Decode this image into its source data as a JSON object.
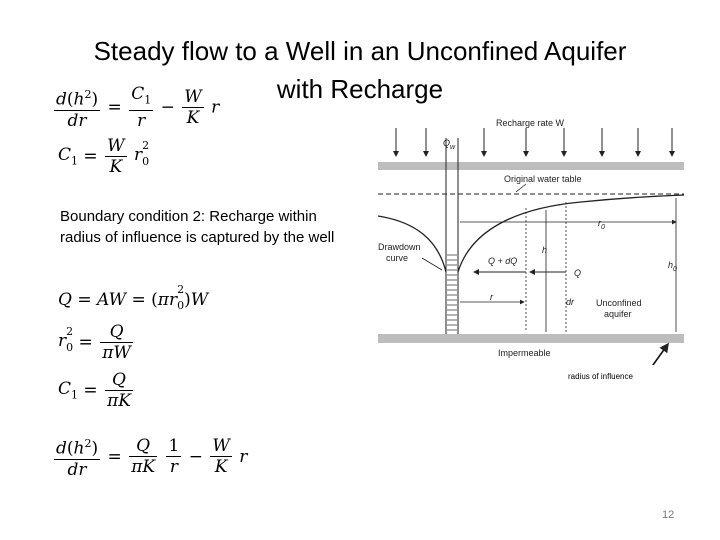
{
  "slide": {
    "title_line1": "Steady flow to a Well in an Unconfined Aquifer",
    "title_line2": "with Recharge",
    "boundary_text": "Boundary condition 2: Recharge within radius of influence is captured by the well",
    "page_number": "12"
  },
  "diagram": {
    "recharge_label": "Recharge rate W",
    "qw_label": "Q",
    "qw_sub": "w",
    "original_wt_label": "Original water table",
    "r0_label": "r",
    "r0_sub": "0",
    "drawdown_label_1": "Drawdown",
    "drawdown_label_2": "curve",
    "h_label": "h",
    "h0_label": "h",
    "h0_sub": "0",
    "q_dq_label": "Q + dQ",
    "q_label": "Q",
    "r_label": "r",
    "dr_label": "dr",
    "unconfined_1": "Unconfined",
    "unconfined_2": "aquifer",
    "impermeable_label": "Impermeable",
    "radius_annotation": "radius of influence"
  }
}
